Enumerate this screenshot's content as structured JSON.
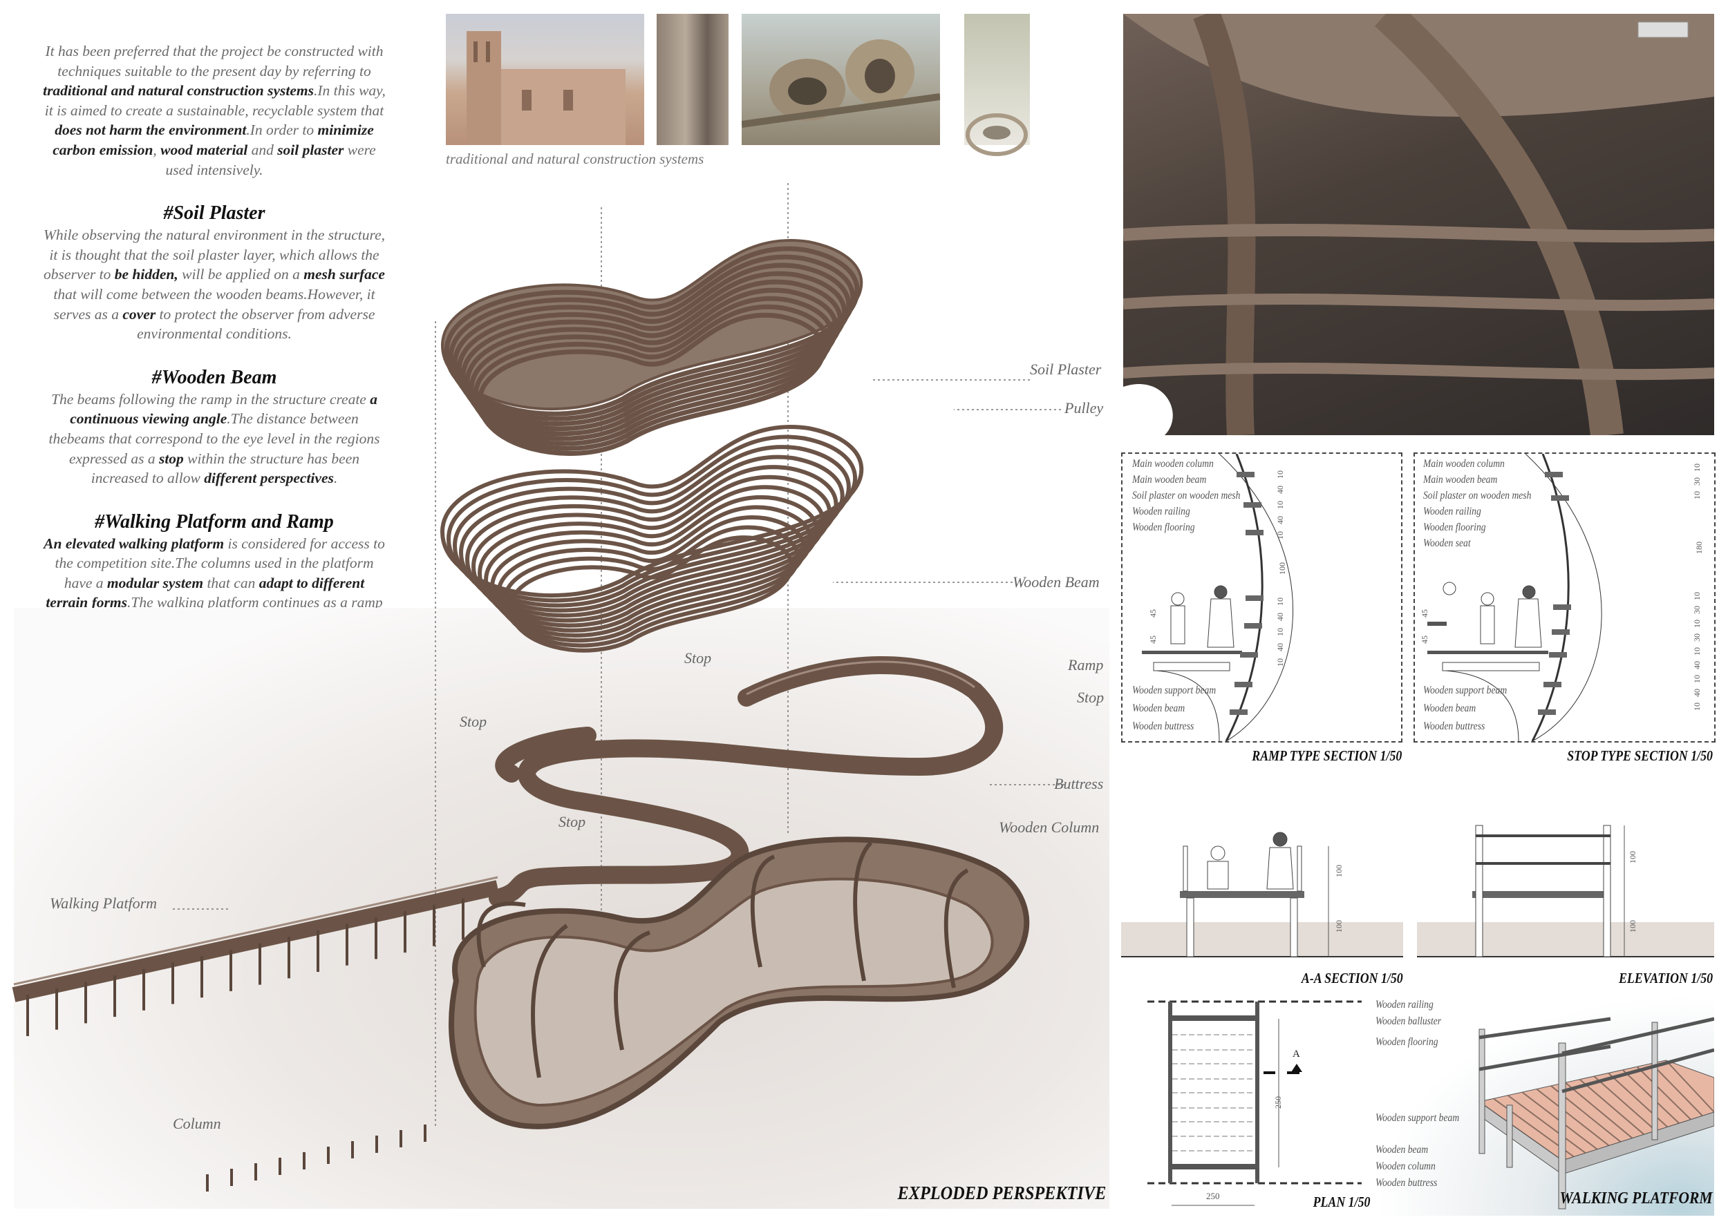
{
  "intro": [
    {
      "t": "It has been preferred that the project be constructed with techniques suitable to the present day by referring to "
    },
    {
      "t": "traditional and natural construction systems",
      "b": true
    },
    {
      "t": ".In this way, it is aimed to create a sustainable, recyclable system that "
    },
    {
      "t": "does not harm the environment",
      "b": true
    },
    {
      "t": ".In order to "
    },
    {
      "t": "minimize carbon emission",
      "b": true
    },
    {
      "t": ", "
    },
    {
      "t": "wood material",
      "b": true
    },
    {
      "t": " and "
    },
    {
      "t": "soil plaster",
      "b": true
    },
    {
      "t": " were used intensively."
    }
  ],
  "sections": [
    {
      "heading": "#Soil Plaster",
      "body": [
        {
          "t": "While observing the natural environment in the structure, it is thought that the soil plaster layer, which allows the observer to "
        },
        {
          "t": "be hidden,",
          "b": true
        },
        {
          "t": " will be applied on a "
        },
        {
          "t": "mesh surface",
          "b": true
        },
        {
          "t": " that will come between the wooden beams.However, it serves as a "
        },
        {
          "t": "cover",
          "b": true
        },
        {
          "t": " to protect the observer from adverse environmental conditions."
        }
      ]
    },
    {
      "heading": "#Wooden Beam",
      "body": [
        {
          "t": "The beams following the ramp in the structure create "
        },
        {
          "t": "a continuous viewing angle",
          "b": true
        },
        {
          "t": ".The distance between thebeams that correspond to the eye level in the regions expressed as a "
        },
        {
          "t": "stop",
          "b": true
        },
        {
          "t": " within the structure has been increased to allow "
        },
        {
          "t": "different perspectives",
          "b": true
        },
        {
          "t": "."
        }
      ]
    },
    {
      "heading": "#Walking Platform and Ramp",
      "body": [
        {
          "t": "An elevated walking platform",
          "b": true
        },
        {
          "t": " is considered for access to the competition site.The columns used in the platform have a "
        },
        {
          "t": "modular system",
          "b": true
        },
        {
          "t": " that can "
        },
        {
          "t": "adapt to different terrain forms",
          "b": true
        },
        {
          "t": ".The walking platform continues as a ramp within the building. The ramp inclination is designed to allow disabled access.It created a flat surface at certain points of the ramp and provided a suitable environment for the observer to rest and the equipment used in scientific studies."
        }
      ]
    }
  ],
  "photo_caption": "traditional and natural construction systems",
  "exploded": {
    "title": "EXPLODED PERSPEKTIVE",
    "labels": {
      "soil_plaster": "Soil Plaster",
      "pulley": "Pulley",
      "wooden_beam": "Wooden Beam",
      "stop1": "Stop",
      "ramp": "Ramp",
      "stop2": "Stop",
      "stop3": "Stop",
      "buttress": "Buttress",
      "stop4": "Stop",
      "wooden_column": "Wooden Column",
      "walking_platform": "Walking Platform",
      "column": "Column"
    }
  },
  "ramp_section": {
    "title": "RAMP TYPE SECTION 1/50",
    "labels": [
      "Main wooden column",
      "Main wooden beam",
      "Soil plaster on wooden mesh",
      "Wooden railing",
      "Wooden flooring"
    ],
    "bottom_labels": [
      "Wooden support beam",
      "Wooden beam",
      "Wooden buttress"
    ],
    "dims": [
      "10",
      "40",
      "10",
      "40",
      "10",
      "100",
      "10",
      "40",
      "10",
      "40",
      "10"
    ],
    "rail_dims": [
      "45",
      "45"
    ]
  },
  "stop_section": {
    "title": "STOP TYPE SECTION 1/50",
    "labels": [
      "Main wooden column",
      "Main wooden beam",
      "Soil plaster on wooden mesh",
      "Wooden railing",
      "Wooden flooring",
      "Wooden seat"
    ],
    "bottom_labels": [
      "Wooden support beam",
      "Wooden beam",
      "Wooden buttress"
    ],
    "dims": [
      "10",
      "30",
      "10",
      "180",
      "10",
      "30",
      "10",
      "30",
      "10",
      "40",
      "10",
      "40",
      "10"
    ],
    "rail_dims": [
      "45",
      "45"
    ]
  },
  "aa_section": {
    "title": "A-A SECTION 1/50",
    "dims": [
      "100",
      "100"
    ]
  },
  "elevation": {
    "title": "ELEVATION 1/50",
    "dims": [
      "100",
      "100"
    ]
  },
  "plan": {
    "title": "PLAN 1/50",
    "dim_w": "250",
    "dim_h": "250",
    "section_mark": "A"
  },
  "walking_platform": {
    "title": "WALKING PLATFORM",
    "labels": [
      "Wooden railing",
      "Wooden balluster",
      "Wooden flooring",
      "Wooden support beam",
      "Wooden beam",
      "Wooden column",
      "Wooden buttress"
    ]
  },
  "colors": {
    "wood": "#6b5447",
    "wood_light": "#a08b7e",
    "ground": "#d8d0cb",
    "deck": "#e8b7a3"
  }
}
